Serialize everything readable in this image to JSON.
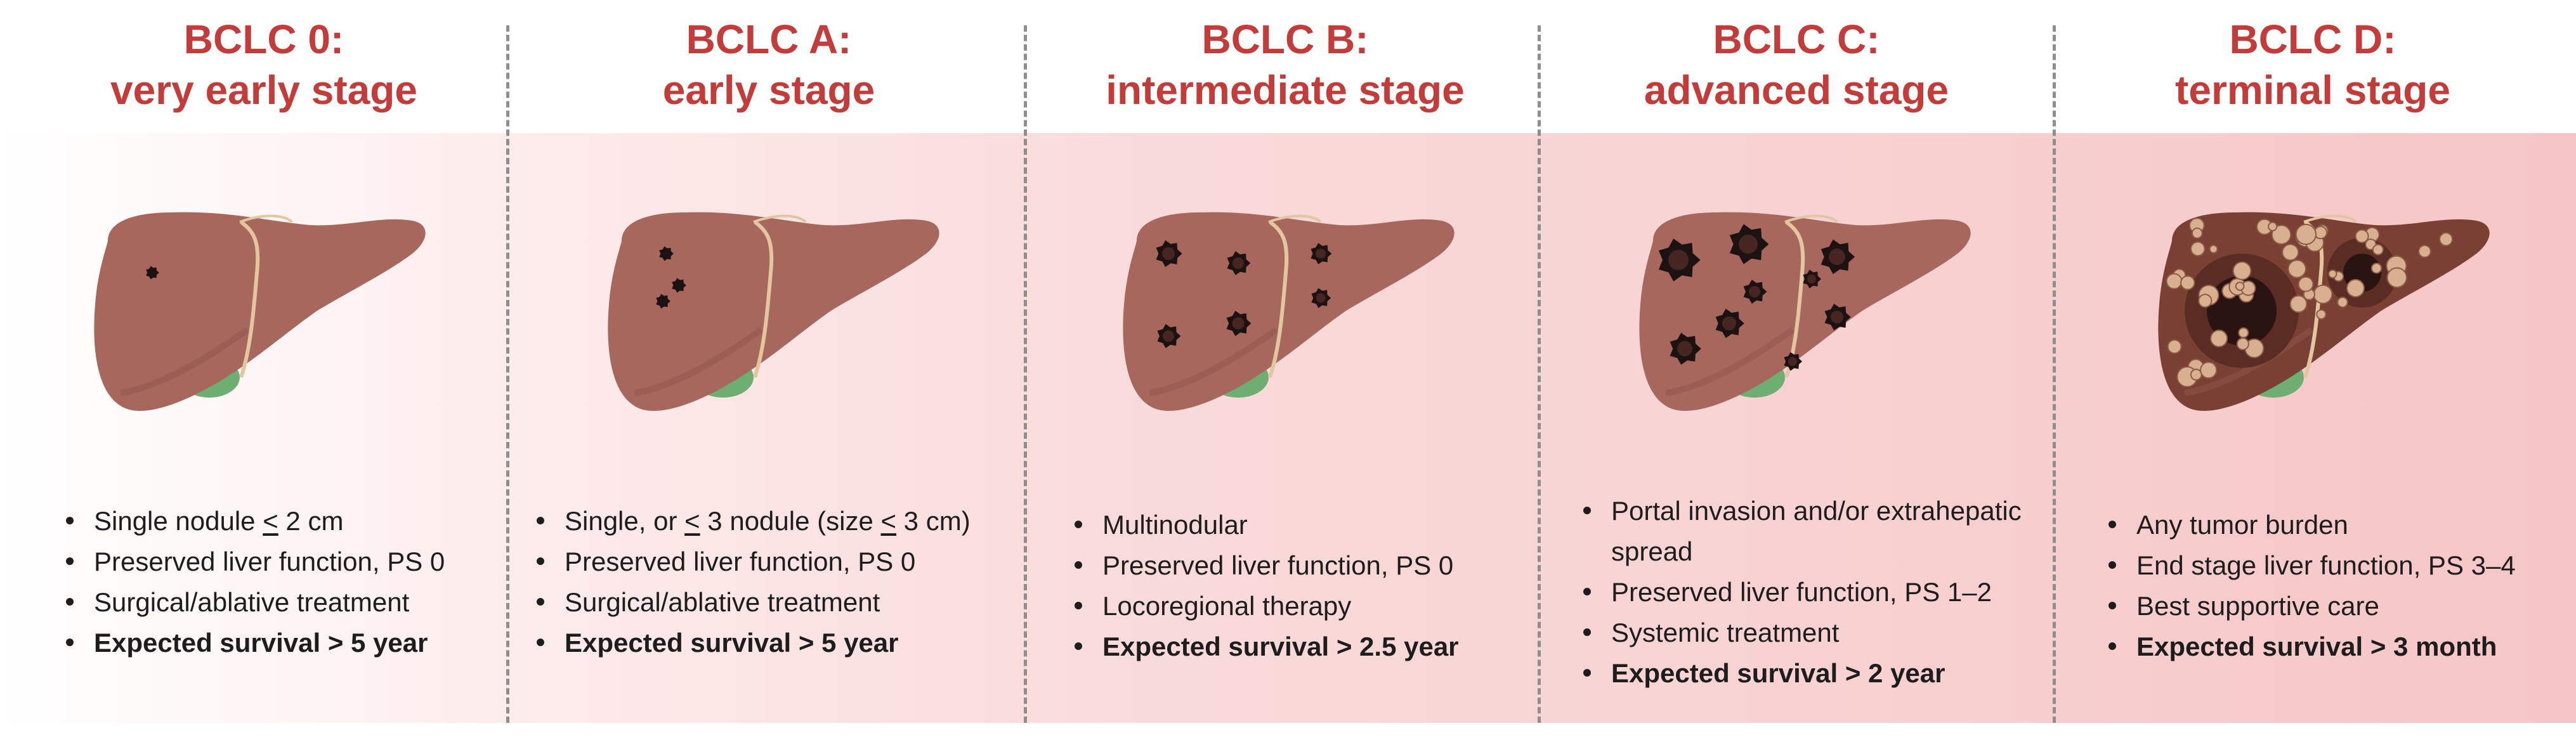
{
  "stages": [
    {
      "title_line1": "BCLC 0:",
      "title_line2": "very early stage",
      "tumors": "single-small",
      "points": [
        {
          "pre": "Single nodule ",
          "ul": "<",
          "post": " 2 cm",
          "bold": false
        },
        {
          "pre": "Preserved liver function, PS 0",
          "ul": "",
          "post": "",
          "bold": false
        },
        {
          "pre": "Surgical/ablative treatment",
          "ul": "",
          "post": "",
          "bold": false
        },
        {
          "pre": "Expected survival > 5 year",
          "ul": "",
          "post": "",
          "bold": true
        }
      ]
    },
    {
      "title_line1": "BCLC A:",
      "title_line2": "early stage",
      "tumors": "three-small",
      "points": [
        {
          "pre": "Single, or ",
          "ul": "<",
          "post": " 3 nodule (size ",
          "ul2": "<",
          "post2": " 3 cm)",
          "bold": false
        },
        {
          "pre": "Preserved liver function, PS 0",
          "ul": "",
          "post": "",
          "bold": false
        },
        {
          "pre": "Surgical/ablative treatment",
          "ul": "",
          "post": "",
          "bold": false
        },
        {
          "pre": "Expected survival > 5 year",
          "ul": "",
          "post": "",
          "bold": true
        }
      ]
    },
    {
      "title_line1": "BCLC B:",
      "title_line2": "intermediate stage",
      "tumors": "multinodular",
      "points": [
        {
          "pre": "Multinodular",
          "ul": "",
          "post": "",
          "bold": false
        },
        {
          "pre": "Preserved liver function, PS 0",
          "ul": "",
          "post": "",
          "bold": false
        },
        {
          "pre": "Locoregional therapy",
          "ul": "",
          "post": "",
          "bold": false
        },
        {
          "pre": "Expected survival > 2.5 year",
          "ul": "",
          "post": "",
          "bold": true
        }
      ]
    },
    {
      "title_line1": "BCLC C:",
      "title_line2": "advanced stage",
      "tumors": "advanced",
      "points": [
        {
          "pre": "Portal invasion and/or extrahepatic",
          "ul": "",
          "post": "",
          "bold": false
        },
        {
          "pre": "spread",
          "ul": "",
          "post": "",
          "bold": false,
          "continuation": true
        },
        {
          "pre": "Preserved liver function, PS 1–2",
          "ul": "",
          "post": "",
          "bold": false
        },
        {
          "pre": "Systemic treatment",
          "ul": "",
          "post": "",
          "bold": false
        },
        {
          "pre": "Expected survival > 2 year",
          "ul": "",
          "post": "",
          "bold": true
        }
      ]
    },
    {
      "title_line1": "BCLC D:",
      "title_line2": "terminal stage",
      "tumors": "terminal",
      "points": [
        {
          "pre": "Any tumor burden",
          "ul": "",
          "post": "",
          "bold": false
        },
        {
          "pre": "End stage liver function, PS 3–4",
          "ul": "",
          "post": "",
          "bold": false
        },
        {
          "pre": "Best supportive care",
          "ul": "",
          "post": "",
          "bold": false
        },
        {
          "pre": "Expected survival > 3 month",
          "ul": "",
          "post": "",
          "bold": true
        }
      ]
    }
  ],
  "colors": {
    "title": "#c33c3a",
    "liver": "#a7675d",
    "liver_dark": "#8f544b",
    "gallbladder": "#6fae72",
    "ligament": "#e2c6a0",
    "tumor": "#1b1211",
    "nodule": "#d9b08f"
  }
}
